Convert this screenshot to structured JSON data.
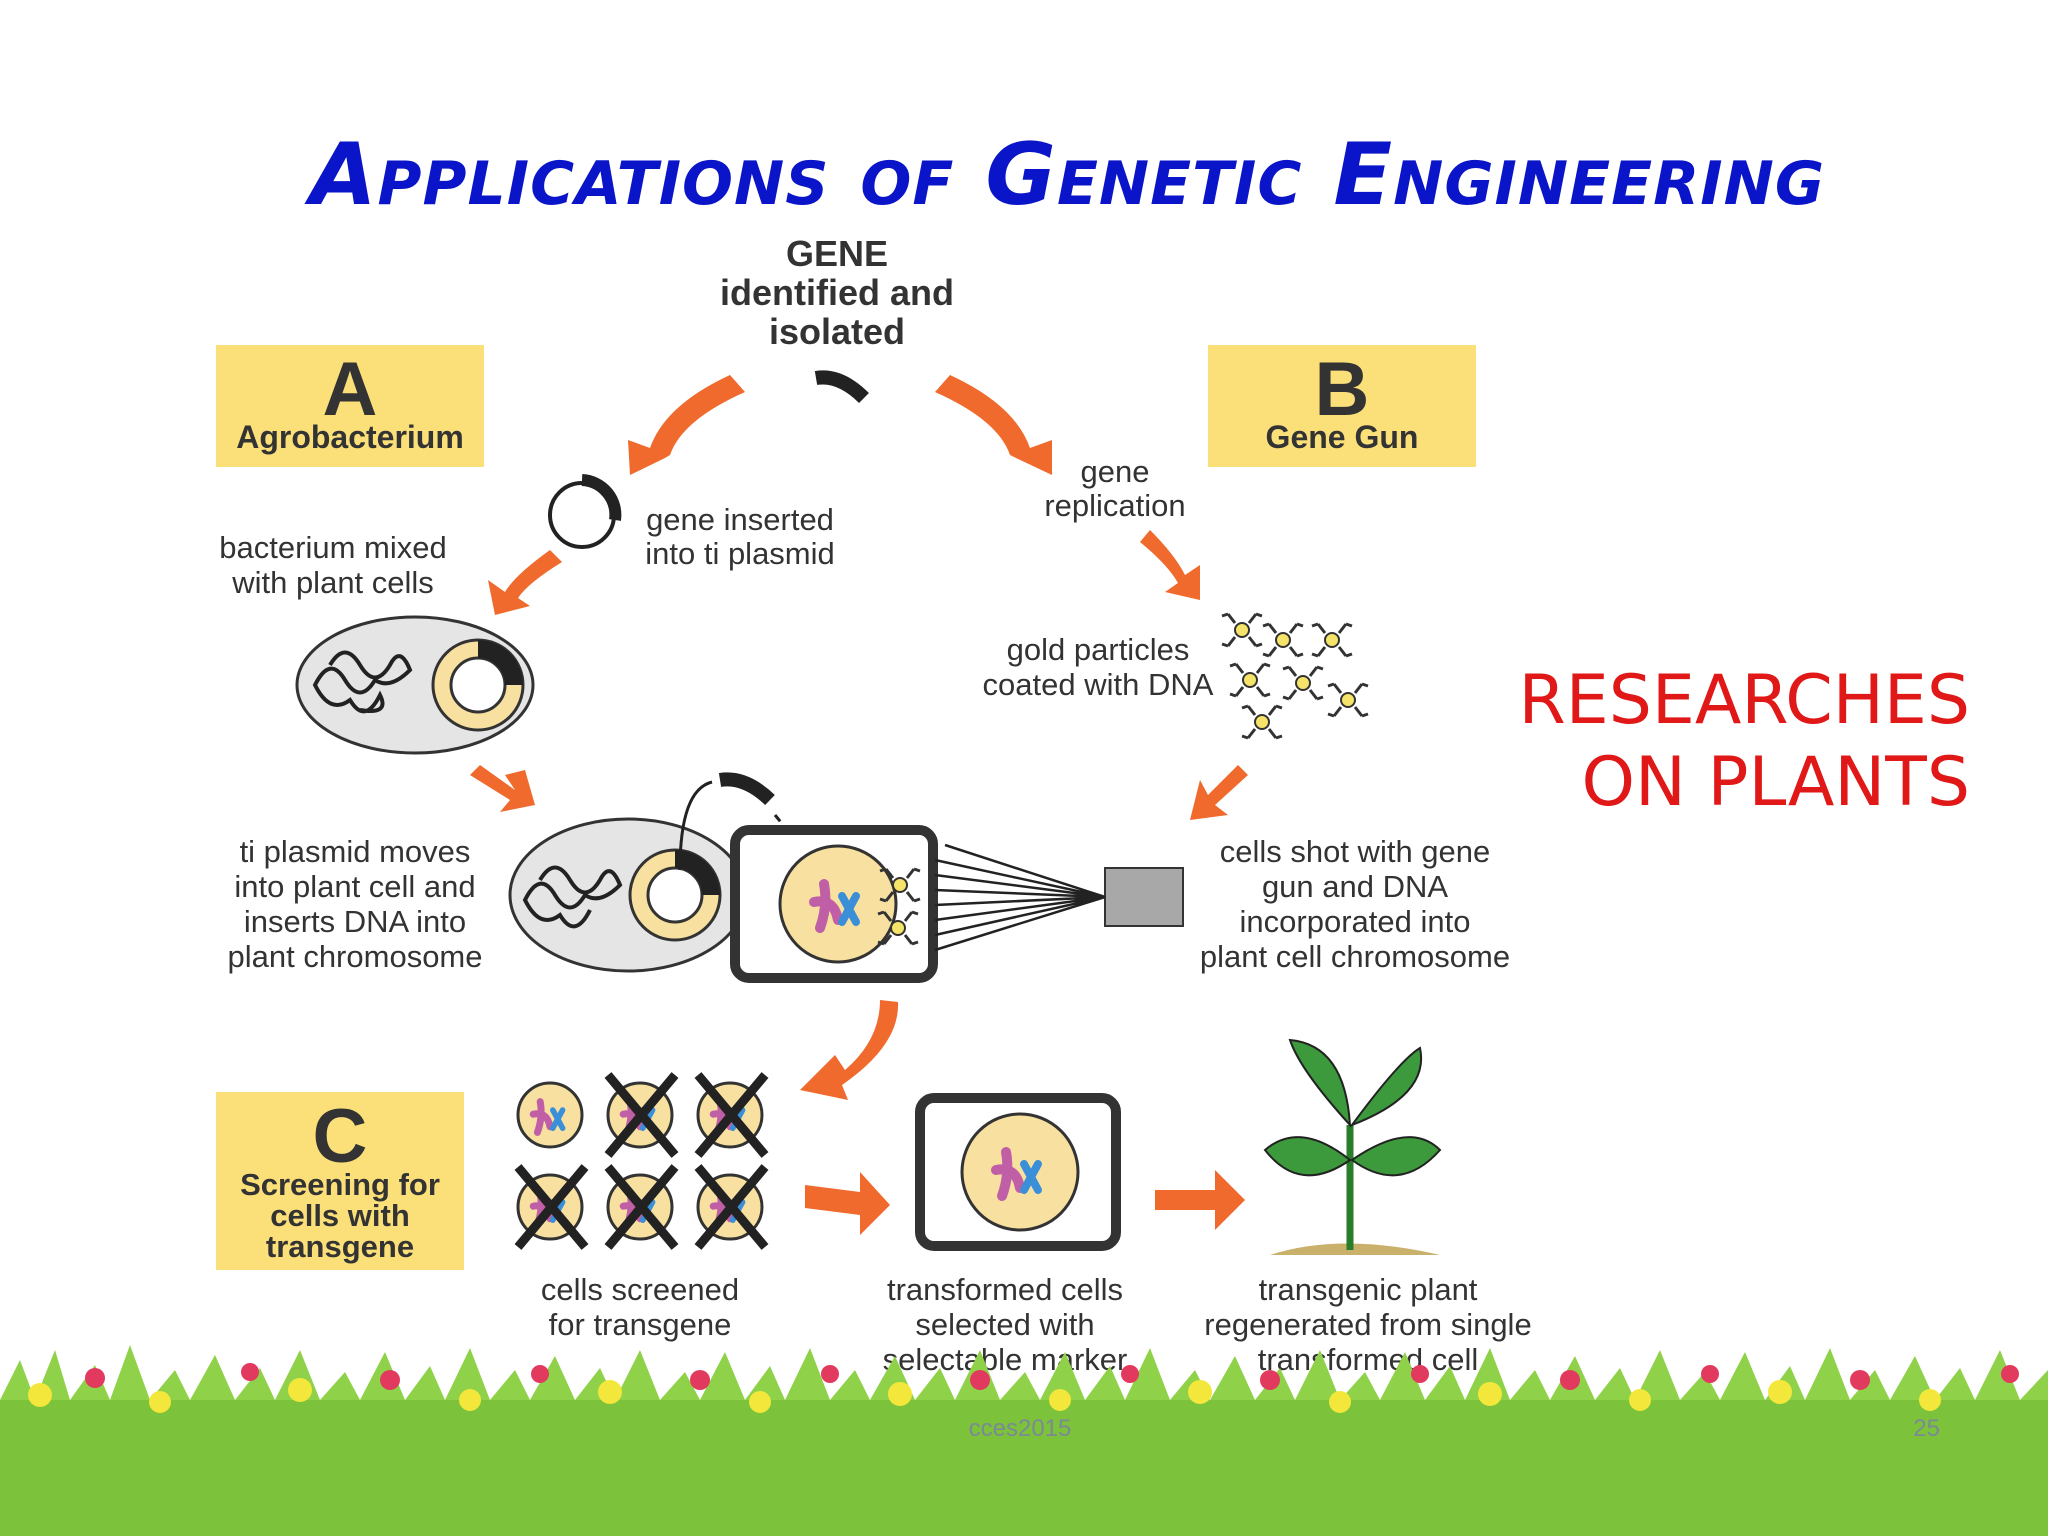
{
  "slide": {
    "title": "Applications of Genetic Engineering",
    "side_note": [
      "RESEARCHES",
      "ON PLANTS"
    ],
    "footer": "cces2015",
    "page_number": "25"
  },
  "diagram": {
    "gene_label": [
      "GENE",
      "identified and",
      "isolated"
    ],
    "panel_a": {
      "letter": "A",
      "label": "Agrobacterium"
    },
    "panel_b": {
      "letter": "B",
      "label": "Gene Gun"
    },
    "panel_c": {
      "letter": "C",
      "label": [
        "Screening for",
        "cells with",
        "transgene"
      ]
    },
    "labels": {
      "gene_inserted": [
        "gene inserted",
        "into ti plasmid"
      ],
      "bacterium_mixed": [
        "bacterium mixed",
        "with plant cells"
      ],
      "ti_moves": [
        "ti plasmid moves",
        "into plant cell and",
        "inserts DNA into",
        "plant chromosome"
      ],
      "gene_replication": [
        "gene",
        "replication"
      ],
      "gold_particles": [
        "gold particles",
        "coated with DNA"
      ],
      "cells_shot": [
        "cells shot with gene",
        "gun and DNA",
        "incorporated into",
        "plant cell chromosome"
      ],
      "screened": [
        "cells screened",
        "for transgene"
      ],
      "transformed": [
        "transformed cells",
        "selected with",
        "selectable marker"
      ],
      "transgenic": [
        "transgenic plant",
        "regenerated from single",
        "transformed cell"
      ]
    },
    "colors": {
      "arrow": "#ef6a2c",
      "panel": "#fbe07a",
      "cell": "#f8e1a0",
      "chrom_pink": "#c05fa6",
      "chrom_blue": "#3a8fd8"
    }
  }
}
